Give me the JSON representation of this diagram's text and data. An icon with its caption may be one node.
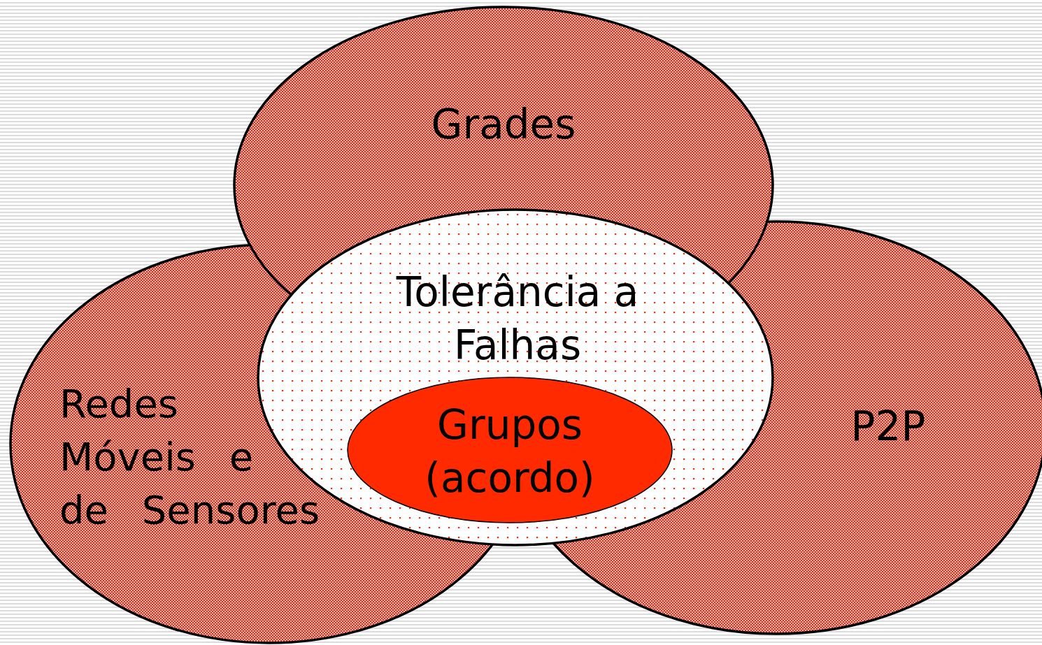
{
  "diagram": {
    "nodes": [
      {
        "text": [
          "Grades"
        ]
      },
      {
        "text": [
          "Redes Móveis e de Sensores"
        ]
      },
      {
        "text": [
          "P2P"
        ]
      },
      {
        "text": [
          "Tolerância a Falhas"
        ]
      },
      {
        "text": [
          "Grupos (acordo)"
        ],
        "in": 3
      }
    ]
  }
}
